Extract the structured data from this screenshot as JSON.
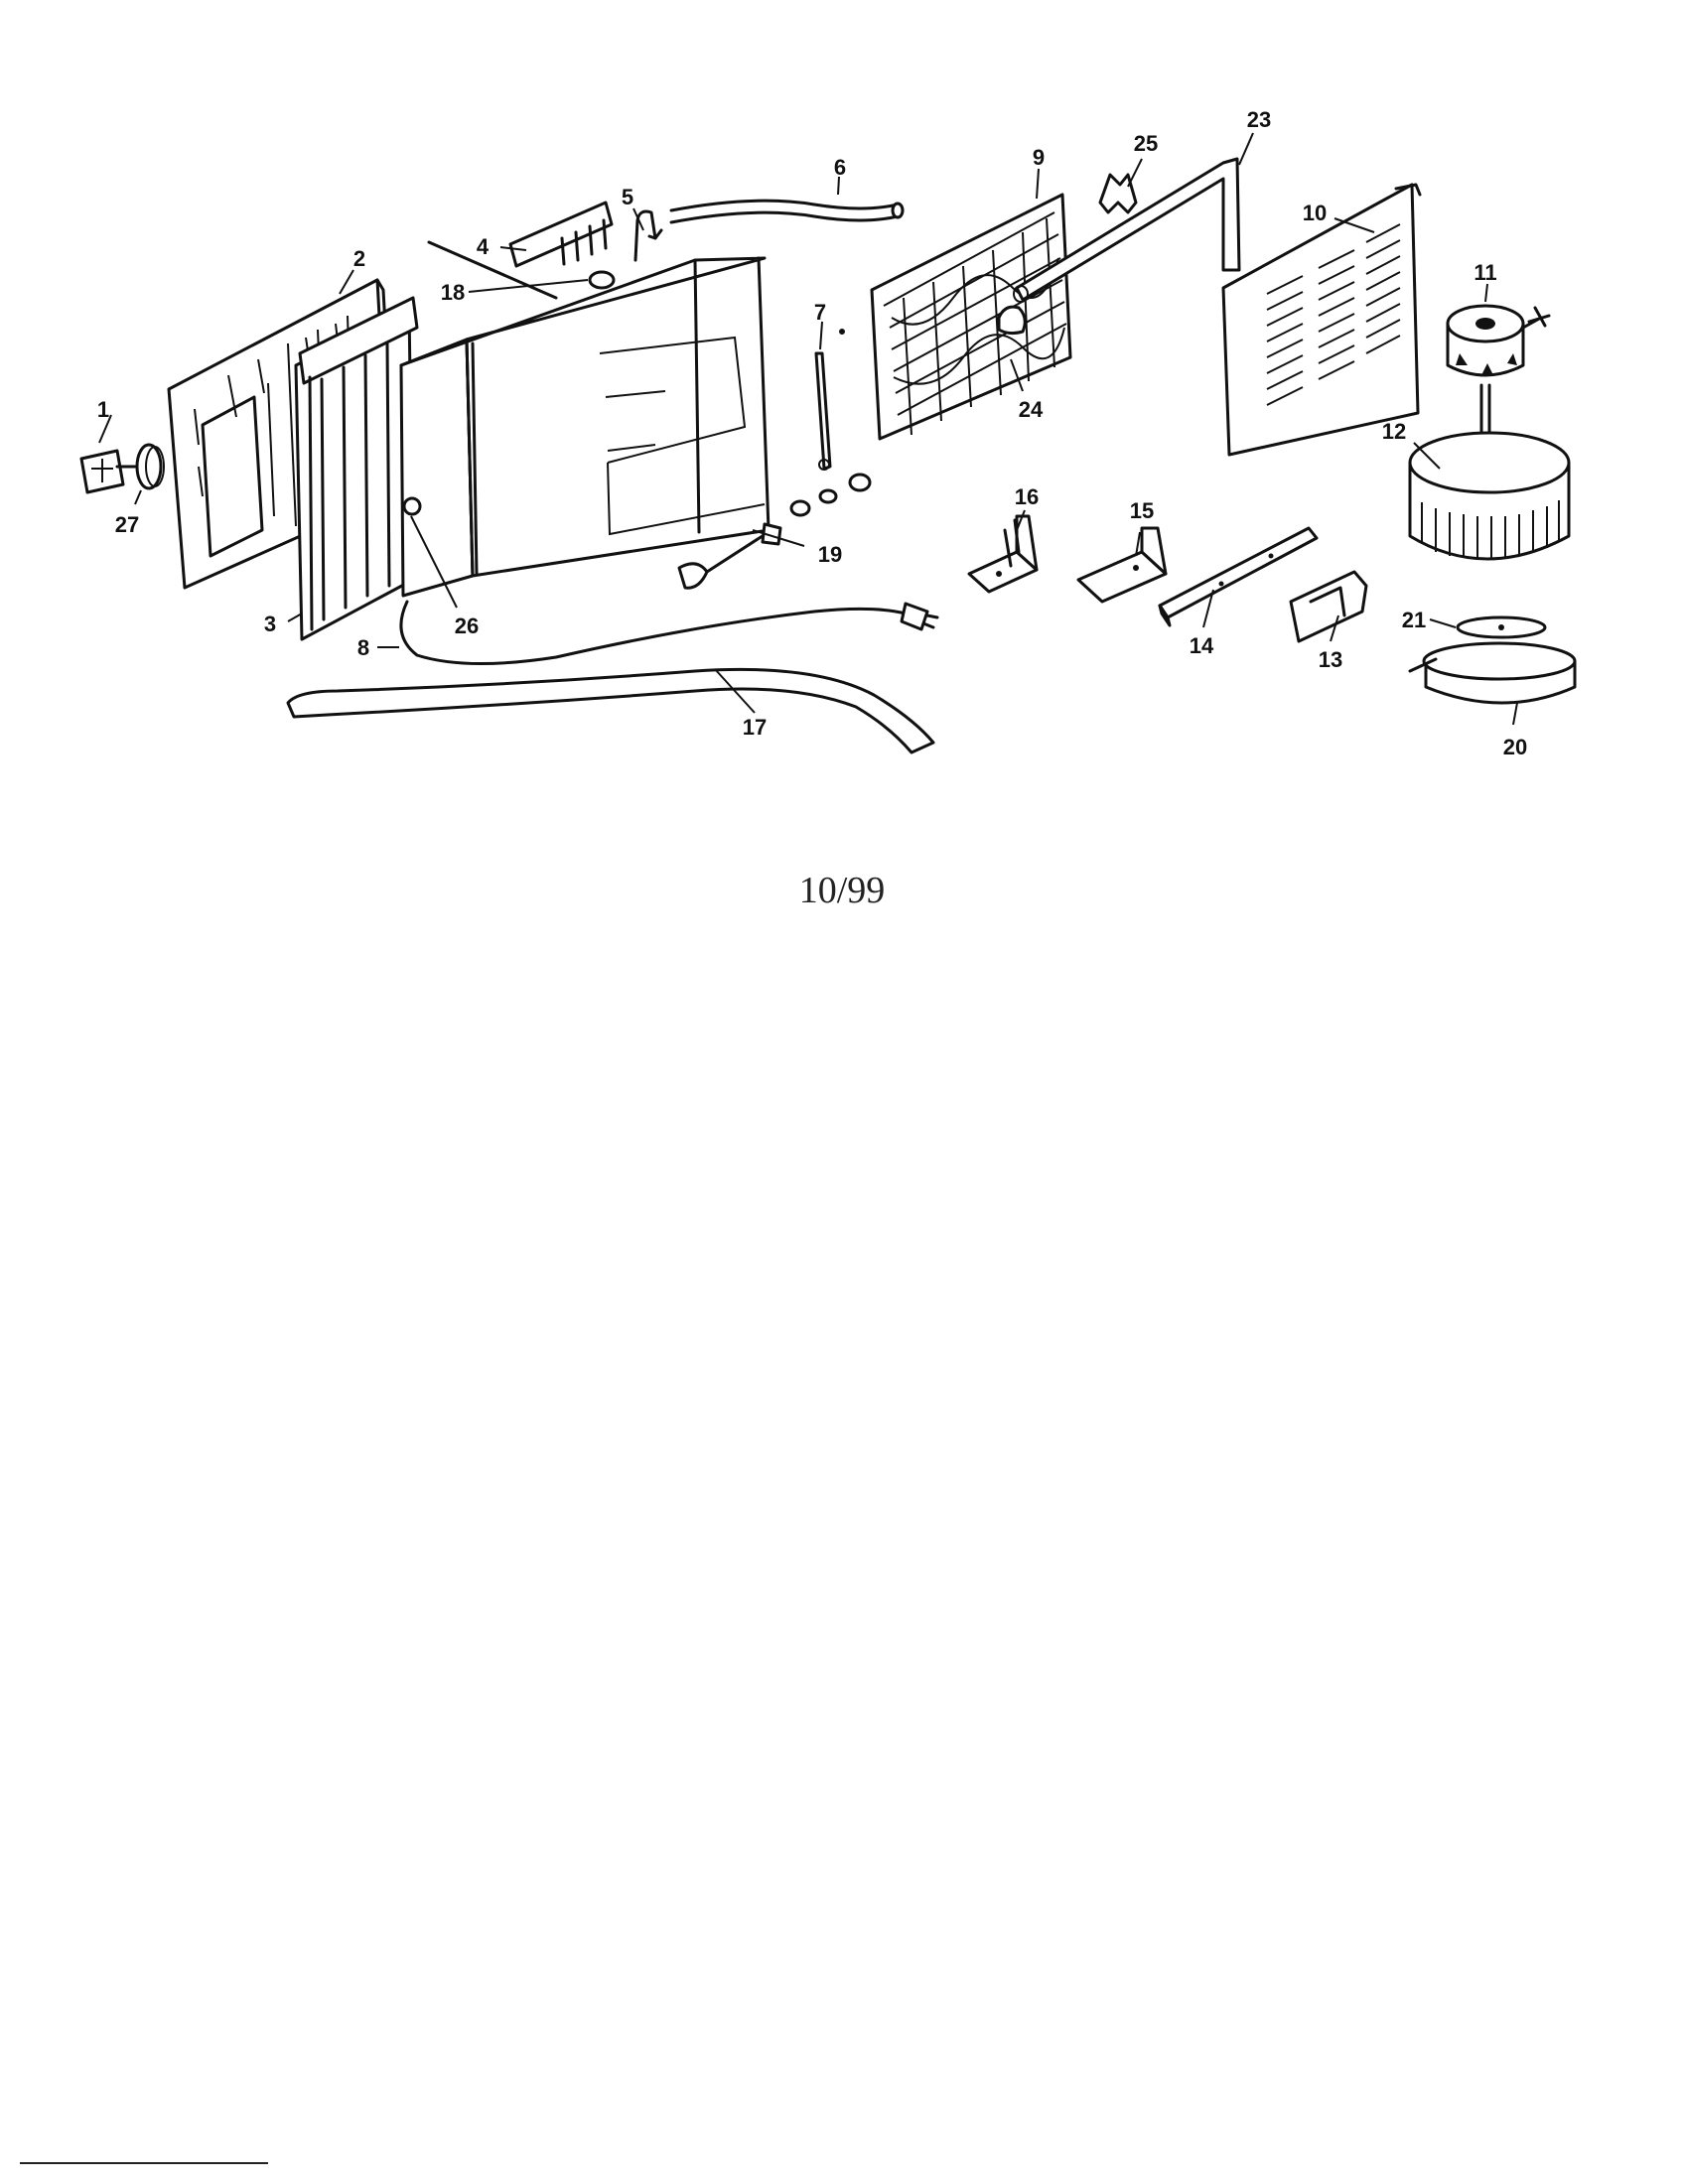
{
  "footer": {
    "date": "10/99"
  },
  "parts": [
    {
      "number": "1"
    },
    {
      "number": "2"
    },
    {
      "number": "3"
    },
    {
      "number": "4"
    },
    {
      "number": "5"
    },
    {
      "number": "6"
    },
    {
      "number": "7"
    },
    {
      "number": "8"
    },
    {
      "number": "9"
    },
    {
      "number": "10"
    },
    {
      "number": "11"
    },
    {
      "number": "12"
    },
    {
      "number": "13"
    },
    {
      "number": "14"
    },
    {
      "number": "15"
    },
    {
      "number": "16"
    },
    {
      "number": "17"
    },
    {
      "number": "18"
    },
    {
      "number": "19"
    },
    {
      "number": "20"
    },
    {
      "number": "21"
    },
    {
      "number": "23"
    },
    {
      "number": "24"
    },
    {
      "number": "25"
    },
    {
      "number": "26"
    },
    {
      "number": "27"
    }
  ]
}
